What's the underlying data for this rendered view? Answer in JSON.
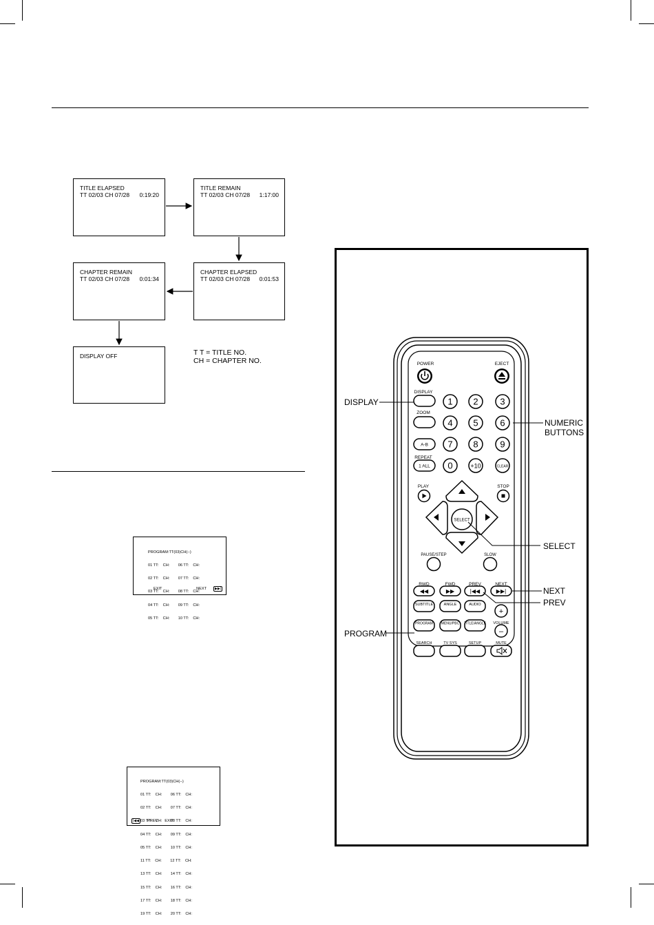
{
  "display_osd": {
    "boxes": [
      {
        "line1": "TITLE  ELAPSED",
        "line2": "TT  02/03  CH  07/28",
        "time": "0:19:20"
      },
      {
        "line1": "TITLE  REMAIN",
        "line2": "TT  02/03  CH  07/28",
        "time": "1:17:00"
      },
      {
        "line1": "CHAPTER  ELAPSED",
        "line2": "TT  02/03  CH  07/28",
        "time": "0:01:53"
      },
      {
        "line1": "CHAPTER  REMAIN",
        "line2": "TT  02/03  CH  07/28",
        "time": "0:01:34"
      },
      {
        "line1": "DISPLAY  OFF",
        "line2": "",
        "time": ""
      }
    ],
    "legend": {
      "tt": "T T =  TITLE  NO.",
      "ch": "CH  =  CHAPTER  NO."
    }
  },
  "program_screen_1": {
    "title": "PROGRAM:TT(03)CH(--)",
    "rows": [
      "01 TT:    CH:        06 TT:    CH:",
      "02 TT:    CH:        07 TT:    CH:",
      "03 TT:    CH:        08 TT:    CH:",
      "04 TT:    CH:        09 TT:    CH:",
      "05 TT:    CH:        10 TT:    CH:"
    ],
    "exit": "EXIT",
    "next": "NEXT"
  },
  "program_screen_2": {
    "title": "PROGRAM:TT(03)CH(--)",
    "rows": [
      "01 TT:    CH:        06 TT:    CH:",
      "02 TT:    CH:        07 TT:    CH:",
      "03 TT:    CH:        08 TT:    CH:",
      "04 TT:    CH:        09 TT:    CH:",
      "05 TT:    CH:        10 TT:    CH:",
      "11 TT:    CH:        12 TT:    CH:",
      "13 TT:    CH:        14 TT:    CH:",
      "15 TT:    CH:        16 TT:    CH:",
      "17 TT:    CH:        18 TT:    CH:",
      "19 TT:    CH:        20 TT:    CH:"
    ],
    "prev": "PREV",
    "exit": "EXIT"
  },
  "remote": {
    "labels": {
      "power": "POWER",
      "eject": "EJECT",
      "display": "DISPLAY",
      "zoom": "ZOOM",
      "repeat": "REPEAT",
      "play": "PLAY",
      "stop": "STOP",
      "pause": "PAUSE/STEP",
      "slow": "SLOW",
      "rwd": "RWD",
      "fwd": "FWD",
      "prev": "PREV",
      "next": "NEXT",
      "subtitle": "SUBTITLE",
      "angle": "ANGLE",
      "audio": "AUDIO",
      "program": "PROGRAM",
      "menu": "MENU/PBC",
      "title": "TITLE/ANGLE",
      "volume": "VOLUME",
      "search": "SEARCH",
      "tvsys": "TV SYS",
      "setup": "SETUP",
      "mute": "MUTE"
    },
    "button_text": {
      "ab": "A-B",
      "repeat_all": "1 ALL",
      "plus10": "+10",
      "clear": "CLEAR",
      "select": "SELECT",
      "vol_plus": "+",
      "vol_minus": "–"
    },
    "digits": [
      "1",
      "2",
      "3",
      "4",
      "5",
      "6",
      "7",
      "8",
      "9",
      "0"
    ],
    "icons": {
      "power": "power-icon",
      "eject": "eject-icon",
      "play": "play-icon",
      "stop": "stop-icon",
      "rwd": "rewind-icon",
      "fwd": "fast-forward-icon",
      "prev": "skip-previous-icon",
      "next": "skip-next-icon",
      "mute": "mute-icon"
    },
    "callouts": {
      "display": "DISPLAY",
      "numeric_1": "NUMERIC",
      "numeric_2": "BUTTONS",
      "select": "SELECT",
      "next": "NEXT",
      "prev": "PREV",
      "program": "PROGRAM"
    }
  }
}
